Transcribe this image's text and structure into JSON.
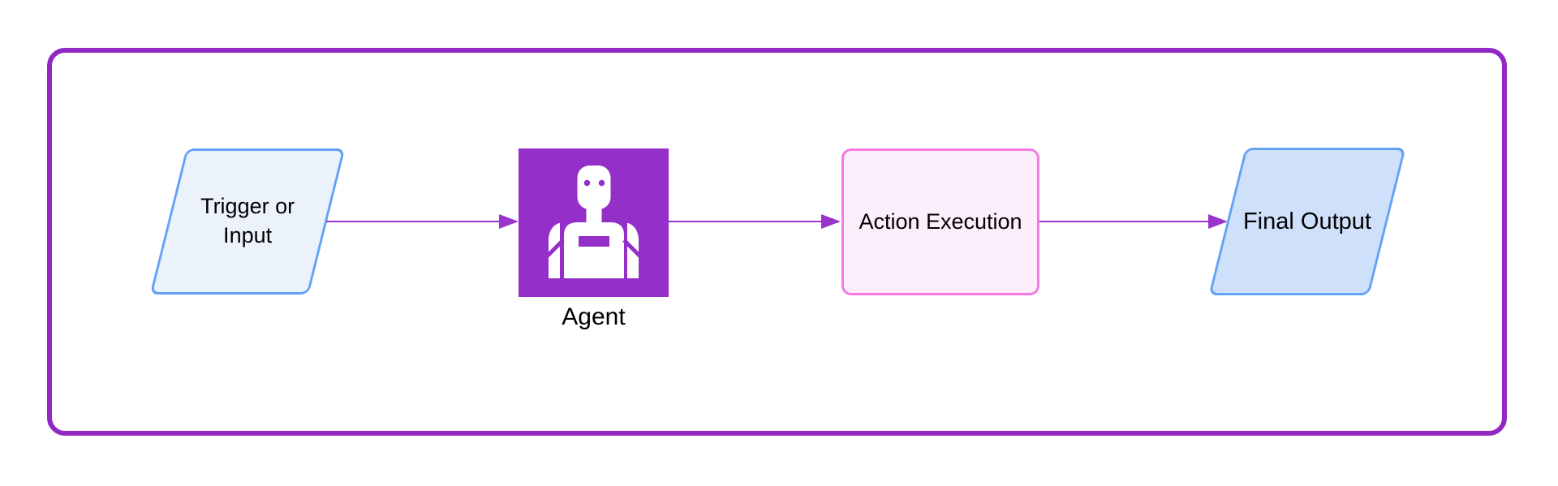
{
  "diagram": {
    "type": "flowchart",
    "nodes": [
      {
        "id": "trigger-input",
        "shape": "parallelogram",
        "label": "Trigger or Input"
      },
      {
        "id": "agent",
        "shape": "icon-square",
        "label": "Agent",
        "icon": "robot-icon"
      },
      {
        "id": "action-execution",
        "shape": "rounded-rectangle",
        "label": "Action Execution"
      },
      {
        "id": "final-output",
        "shape": "parallelogram",
        "label": "Final Output"
      }
    ],
    "edges": [
      {
        "from": "trigger-input",
        "to": "agent"
      },
      {
        "from": "agent",
        "to": "action-execution"
      },
      {
        "from": "action-execution",
        "to": "final-output"
      }
    ],
    "colors": {
      "frame_border": "#9228c4",
      "arrow": "#9a33cb",
      "agent_square": "#9430c9",
      "blue_border": "#64a2f6",
      "blue_fill_light": "#ebf2fc",
      "blue_fill": "#cfe1fa",
      "pink_border": "#f47ae3",
      "pink_fill": "#fdeefb",
      "text": "#000000"
    }
  }
}
